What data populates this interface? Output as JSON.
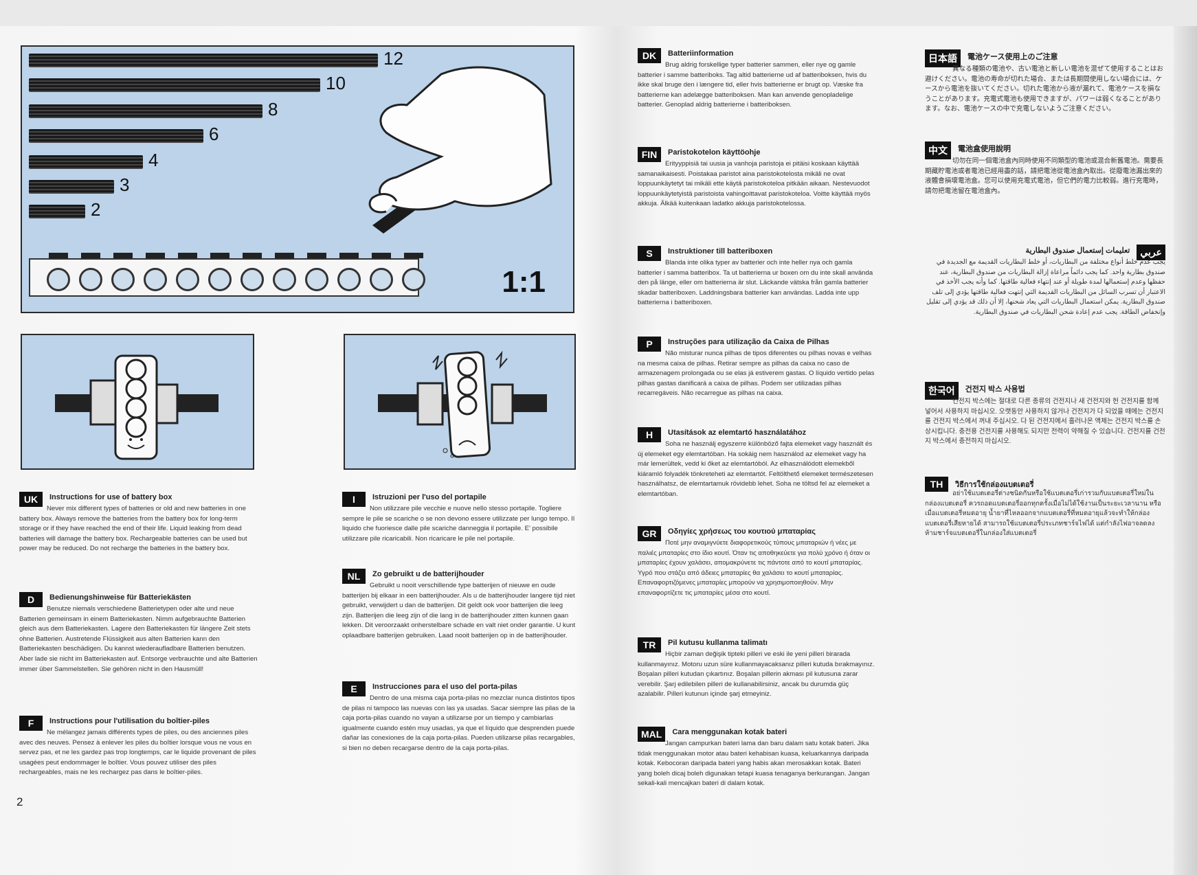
{
  "page_number": "2",
  "figure": {
    "bar_labels": [
      "12",
      "10",
      "8",
      "6",
      "4",
      "3",
      "2"
    ],
    "scale": "1:1"
  },
  "sections": {
    "uk": {
      "code": "UK",
      "title": "Instructions for use of battery box",
      "body": "Never mix different types of batteries or old and new batteries in one battery box. Always remove the batteries from the battery box for long-term storage or if they have reached the end of their life. Liquid leaking from dead batteries will damage the battery box. Rechargeable batteries can be used but power may be reduced. Do not recharge the batteries in the battery box."
    },
    "d": {
      "code": "D",
      "title": "Bedienungshinweise für Batteriekästen",
      "body": "Benutze niemals verschiedene Batterietypen oder alte und neue Batterien gemeinsam in einem Batteriekasten. Nimm aufgebrauchte Batterien gleich aus dem Batteriekasten. Lagere den Batteriekasten für längere Zeit stets ohne Batterien. Austretende Flüssigkeit aus alten Batterien kann den Batteriekasten beschädigen. Du kannst wiederaufladbare Batterien benutzen. Aber lade sie nicht im Batteriekasten auf. Entsorge verbrauchte und alte Batterien immer über Sammelstellen. Sie gehören nicht in den Hausmüll!"
    },
    "f": {
      "code": "F",
      "title": "Instructions pour l'utilisation du boîtier-piles",
      "body": "Ne mélangez jamais différents types de piles, ou des anciennes piles avec des neuves. Pensez à enlever les piles du boîtier lorsque vous ne vous en servez pas, et ne les gardez pas trop longtemps, car le liquide provenant de piles usagées peut endommager le boîtier. Vous pouvez utiliser des piles rechargeables, mais ne les rechargez pas dans le boîtier-piles."
    },
    "i": {
      "code": "I",
      "title": "Istruzioni per l'uso del portapile",
      "body": "Non utilizzare pile vecchie e nuove nello stesso portapile. Togliere sempre le pile se scariche o se non devono essere utilizzate per lungo tempo. Il liquido che fuoriesce dalle pile scariche danneggia il portapile. E' possibile utilizzare pile ricaricabili. Non ricaricare le pile nel portapile."
    },
    "nl": {
      "code": "NL",
      "title": "Zo gebruikt u de batterijhouder",
      "body": "Gebruikt u nooit verschillende type batterijen of nieuwe en oude batterijen bij elkaar in een batterijhouder. Als u de batterijhouder langere tijd niet gebruikt, verwijdert u dan de batterijen. Dit geldt ook voor batterijen die leeg zijn. Batterijen die leeg zijn of die lang in de batterijhouder zitten kunnen gaan lekken. Dit veroorzaakt onherstelbare schade en valt niet onder garantie. U kunt oplaadbare batterijen gebruiken. Laad nooit batterijen op in de batterijhouder."
    },
    "e": {
      "code": "E",
      "title": "Instrucciones para el uso del porta-pilas",
      "body": "Dentro de una misma caja porta-pilas no mezclar nunca distintos tipos de pilas ni tampoco las nuevas con las ya usadas. Sacar siempre las pilas de la caja porta-pilas cuando no vayan a utilizarse por un tiempo y cambiarlas igualmente cuando estén muy usadas, ya que el líquido que desprenden puede dañar las conexiones de la caja porta-pilas. Pueden utilizarse pilas recargables, si bien no deben recargarse dentro de la caja porta-pilas."
    },
    "dk": {
      "code": "DK",
      "title": "Batteriinformation",
      "body": "Brug aldrig forskellige typer batterier sammen, eller nye og gamle batterier i samme batteriboks. Tag altid batterierne ud af batteriboksen, hvis du ikke skal bruge den i længere tid, eller hvis batterierne er brugt op. Væske fra batterierne kan adelægge batteriboksen. Man kan anvende genopladelige batterier. Genoplad aldrig batterierne i batteriboksen."
    },
    "fin": {
      "code": "FIN",
      "title": "Paristokotelon käyttöohje",
      "body": "Erityyppisiä tai uusia ja vanhoja paristoja ei pitäisi koskaan käyttää samanaikaisesti. Poistakaa paristot aina paristokotelosta mikäli ne ovat loppuunkäytetyt tai mikäli ette käytä paristokoteloa pitkään aikaan. Nestevuodot loppuunkäytetyistä paristoista vahingoittavat paristokoteloa. Voitte käyttää myös akkuja. Älkää kuitenkaan ladatko akkuja paristokotelossa."
    },
    "s": {
      "code": "S",
      "title": "Instruktioner till batteriboxen",
      "body": "Blanda inte olika typer av batterier och inte heller nya och gamla batterier i samma batteribox. Ta ut batterierna ur boxen om du inte skall använda den på länge, eller om batterierna är slut. Läckande vätska från gamla batterier skadar batteriboxen. Laddningsbara batterier kan användas. Ladda inte upp batterierna i batteriboxen."
    },
    "p": {
      "code": "P",
      "title": "Instruções para utilização da Caixa de Pilhas",
      "body": "Não misturar nunca pilhas de tipos diferentes ou pilhas novas e velhas na mesma caixa de pilhas. Retirar sempre as pilhas da caixa no caso de armazenagem prolongada ou se elas já estiverem gastas. O líquido vertido pelas pilhas gastas danificará a caixa de pilhas. Podem ser utilizadas pilhas recarregáveis. Não recarregue as pilhas na caixa."
    },
    "h": {
      "code": "H",
      "title": "Utasítások az elemtartó használatához",
      "body": "Soha ne használj egyszerre különböző fajta elemeket vagy használt és új elemeket egy elemtartóban. Ha sokáig nem használod az elemeket vagy ha már lemerültek, vedd ki őket az elemtartóból. Az elhasználódott elemekből kiáramló folyadék tönkreteheti az elemtartót. Feltölthető elemeket természetesen használhatsz, de elemtartamuk rövidebb lehet. Soha ne töltsd fel az elemeket a elemtartóban."
    },
    "gr": {
      "code": "GR",
      "title": "Οδηγίες χρήσεως του κουτιού μπαταρίας",
      "body": "Ποτέ μην αναμιγνύετε διαφορετικούς τύπους μπαταριών ή νέες με παλιές μπαταρίες στο ίδιο κουτί. Όταν τις αποθηκεύετε για πολύ χρόνο ή όταν οι μπαταρίες έχουν χαλάσει, απομακρύνετε τις πάντοτε από το κουτί μπαταρίας. Υγρό που στάζει από άδειες μπαταρίες θα χαλάσει το κουτί μπαταρίας. Επαναφορτιζόμενες μπαταρίες μπορούν να χρησιμοποιηθούν. Μην επαναφορτίζετε τις μπαταρίες μέσα στο κουτί."
    },
    "tr": {
      "code": "TR",
      "title": "Pil kutusu kullanma talimatı",
      "body": "Hiçbir zaman değişik tipteki pilleri ve eski ile yeni pilleri birarada kullanmayınız. Motoru uzun süre kullanmayacaksanız pilleri kutuda bırakmayınız. Boşalan pilleri kutudan çıkartınız. Boşalan pillerin akması pil kutusuna zarar verebilir. Şarj edilebilen pilleri de kullanabilirsiniz, ancak bu durumda güç azalabilir. Pilleri kutunun içinde şarj etmeyiniz."
    },
    "mal": {
      "code": "MAL",
      "title": "Cara menggunakan kotak bateri",
      "body": "Jangan campurkan bateri lama dan baru dalam satu kotak bateri. Jika tidak menggunakan motor atau bateri kehabisan kuasa, keluarkannya daripada kotak. Kebocoran daripada bateri yang habis akan merosakkan kotak. Bateri yang boleh dicaj boleh digunakan tetapi kuasa tenaganya berkurangan. Jangan sekali-kali mencajkan bateri di dalam kotak."
    },
    "jp": {
      "code": "日本語",
      "title": "電池ケース使用上のご注意",
      "body": "異なる種類の電池や、古い電池と新しい電池を混ぜて使用することはお避けください。電池の寿命が切れた場合、または長期間使用しない場合には、ケースから電池を抜いてください。切れた電池から液が漏れて、電池ケースを損なうことがあります。充電式電池も使用できますが、パワーは弱くなることがあります。なお、電池ケースの中で充電しないようご注意ください。"
    },
    "zh": {
      "code": "中文",
      "title": "電池盒使用說明",
      "body": "切勿在同一個電池盒內同時使用不同類型的電池或混合新舊電池。需要長期藏貯電池或者電池已經用盡的話，請把電池從電池盒內取出。從廢電池漏出來的液體會損壞電池盒。您可以使用充電式電池，但它們的電力比較弱。進行充電時，請勿把電池留在電池盒內。"
    },
    "ar": {
      "code": "عربي",
      "title": "تعليمات إستعمال صندوق البطارية",
      "body": "يجب عدم خلط أنواع مختلفة من البطاريات، أو خلط البطاريات القديمة مع الجديدة في صندوق بطارية واحد. كما يجب دائماً مراعاة إزالة البطاريات من صندوق البطارية، عند حفظها وعدم إستعمالها لمدة طويلة أو عند إنتهاء فعالية طاقتها. كما وأنه يجب الأخذ في الاعتبار أن تسرب السائل من البطاريات القديمة التي إنتهت فعالية طاقتها يؤدي إلى تلف صندوق البطارية. يمكن استعمال البطاريات التي يعاد شحنها، إلا أن ذلك قد يؤدي إلى تقليل وإنخفاض الطاقة. يجب عدم إعادة شحن البطاريات في صندوق البطارية."
    },
    "kr": {
      "code": "한국어",
      "title": "건전지 박스 사용법",
      "body": "건전지 박스에는 절대로 다른 종류의 건전지나 새 건전지와 헌 건전지를 함께 넣어서 사용하지 마십시오. 오랫동안 사용하지 않거나 건전지가 다 되었을 때에는 건전지를 건전지 박스에서 꺼내 주십시오. 다 된 건전지에서 흘러나온 액체는 건전지 박스를 손상시킵니다. 충전용 건전지를 사용해도 되지만 전력이 약해질 수 있습니다. 건전지를 건전지 박스에서 충전하지 마십시오."
    },
    "th": {
      "code": "TH",
      "title": "วิธีการใช้กล่องแบตเตอรี่",
      "body": "อย่าใช้แบตเตอรี่ต่างชนิดกันหรือใช้แบตเตอรี่เก่ารวมกับแบตเตอรี่ใหม่ในกล่องแบตเตอรี่ ควรถอดแบตเตอรี่ออกทุกครั้งเมื่อไม่ได้ใช้งานเป็นระยะเวลานาน หรือเมื่อแบตเตอรี่หมดอายุ น้ำยาที่ไหลออกจากแบตเตอรี่ที่หมดอายุแล้วจะทำให้กล่องแบตเตอรี่เสียหายได้ สามารถใช้แบตเตอรี่ประเภทชาร์จไฟได้ แต่กำลังไฟอาจลดลง ห้ามชาร์จแบตเตอรี่ในกล่องใส่แบตเตอรี่"
    }
  }
}
